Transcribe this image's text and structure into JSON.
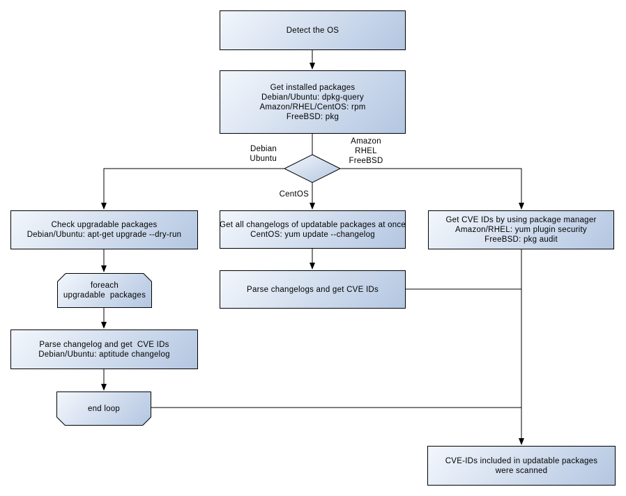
{
  "title": "OS package CVE scan flowchart",
  "colors": {
    "background": "#ffffff",
    "node_fill_light": "#f3f7fc",
    "node_fill_dark": "#b3c6e1",
    "node_border": "#000000",
    "connector": "#000000",
    "text": "#000000"
  },
  "nodes": {
    "detect_os": {
      "lines": [
        "Detect the OS"
      ]
    },
    "get_installed_packages": {
      "lines": [
        "Get installed packages",
        "Debian/Ubuntu: dpkg-query",
        "Amazon/RHEL/CentOS: rpm",
        "FreeBSD: pkg"
      ]
    },
    "os_decision": {
      "shape": "diamond"
    },
    "check_upgradable_packages": {
      "lines": [
        "Check upgradable packages",
        "Debian/Ubuntu: apt-get upgrade --dry-run"
      ]
    },
    "foreach_loop_start": {
      "lines": [
        "foreach",
        "upgradable  packages"
      ]
    },
    "parse_changelog_debian": {
      "lines": [
        "Parse changelog and get  CVE IDs",
        "Debian/Ubuntu: aptitude changelog"
      ]
    },
    "end_loop": {
      "lines": [
        "end loop"
      ]
    },
    "get_all_changelogs": {
      "lines": [
        "Get all changelogs of updatable packages at once",
        "CentOS: yum update --changelog"
      ]
    },
    "parse_changelogs_centos": {
      "lines": [
        "Parse changelogs and get CVE IDs"
      ]
    },
    "get_cve_ids_pkg_manager": {
      "lines": [
        "Get CVE IDs by using package manager",
        "Amazon/RHEL: yum plugin security",
        "FreeBSD: pkg audit"
      ]
    },
    "result_scanned": {
      "lines": [
        "CVE-IDs included in updatable packages",
        "were scanned"
      ]
    }
  },
  "edge_labels": {
    "debian_ubuntu": [
      "Debian",
      "Ubuntu"
    ],
    "amazon_rhel_freebsd": [
      "Amazon",
      "RHEL",
      "FreeBSD"
    ],
    "centos": "CentOS"
  }
}
